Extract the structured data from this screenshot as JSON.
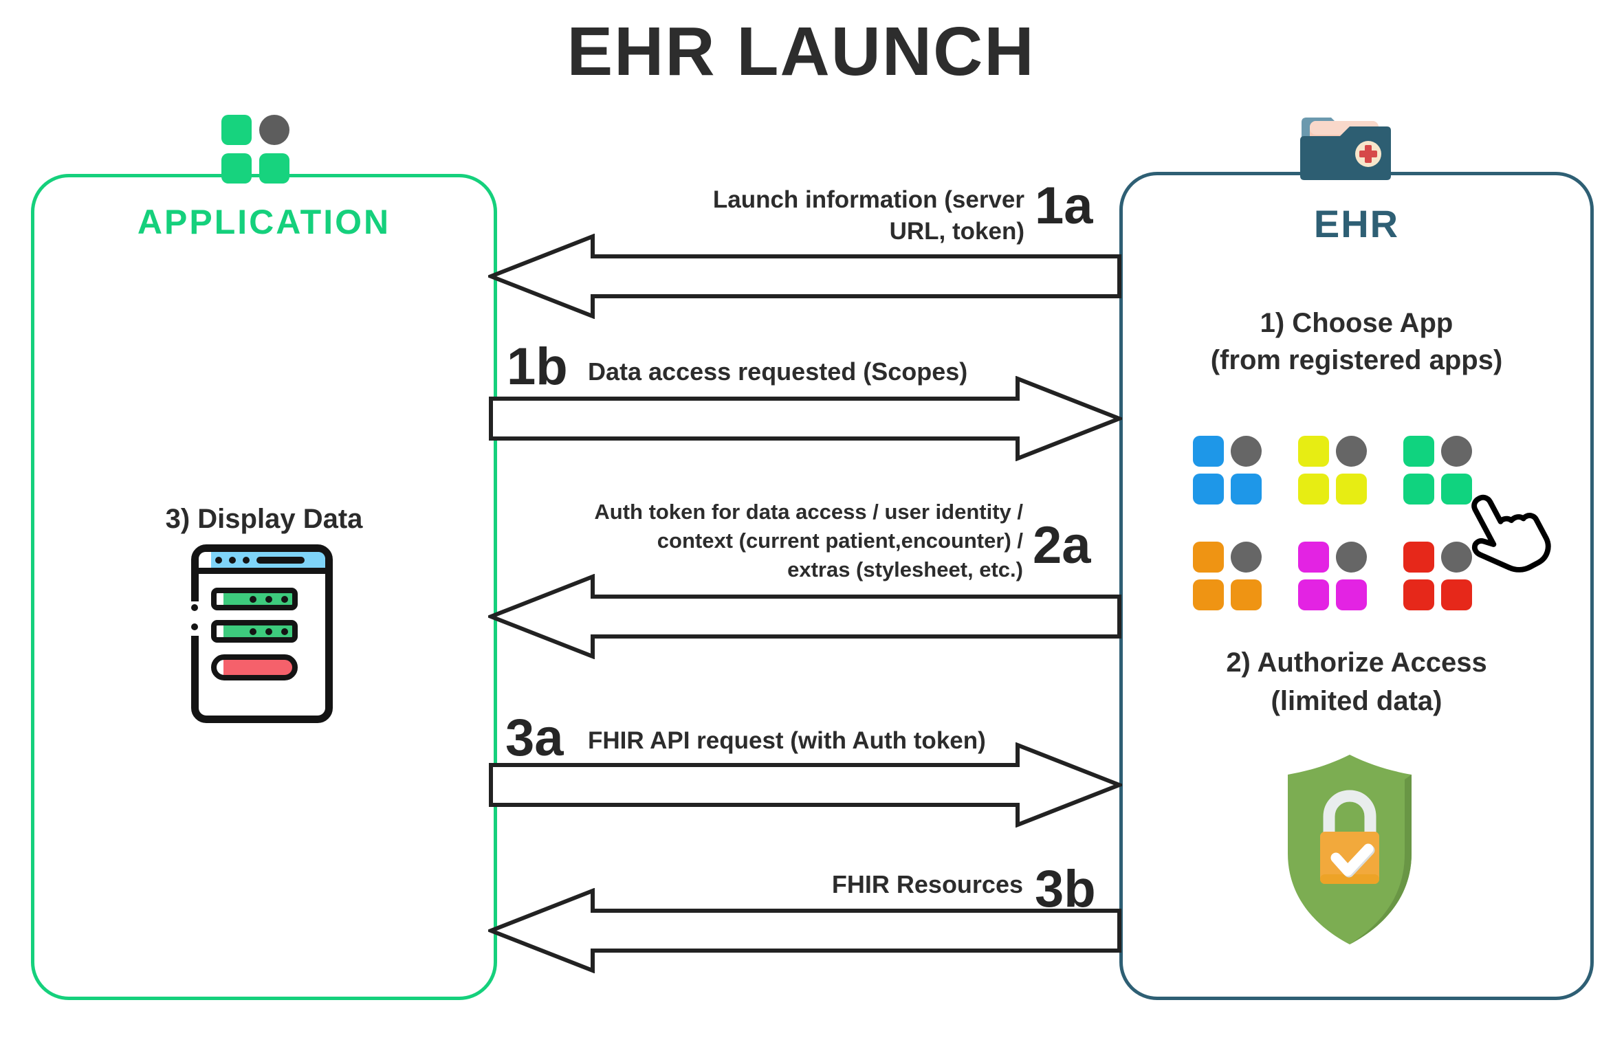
{
  "title": "EHR LAUNCH",
  "application": {
    "label": "APPLICATION",
    "accent_color": "#15D07C",
    "display_data_heading": "3) Display Data"
  },
  "ehr": {
    "label": "EHR",
    "accent_color": "#2E5F74",
    "choose_app_line1": "1) Choose App",
    "choose_app_line2": "(from registered apps)",
    "authorize_line1": "2) Authorize Access",
    "authorize_line2": "(limited data)",
    "app_dot_color": "#666666",
    "apps": [
      {
        "name": "blue",
        "color": "#1E97E8"
      },
      {
        "name": "yellow",
        "color": "#E7ED13"
      },
      {
        "name": "green",
        "color": "#10D37F"
      },
      {
        "name": "orange",
        "color": "#EF9413"
      },
      {
        "name": "magenta",
        "color": "#E323E3"
      },
      {
        "name": "red",
        "color": "#E6281A"
      }
    ]
  },
  "arrows": {
    "a1a": {
      "num": "1a",
      "direction": "to-application",
      "lines": [
        "Launch information (server",
        "URL, token)"
      ]
    },
    "a1b": {
      "num": "1b",
      "direction": "to-ehr",
      "lines": [
        "Data access requested (Scopes)"
      ]
    },
    "a2a": {
      "num": "2a",
      "direction": "to-application",
      "lines": [
        "Auth token for data access / user identity /",
        "context (current patient,encounter) /",
        "extras (stylesheet, etc.)"
      ]
    },
    "a3a": {
      "num": "3a",
      "direction": "to-ehr",
      "lines": [
        "FHIR API request (with Auth token)"
      ]
    },
    "a3b": {
      "num": "3b",
      "direction": "to-application",
      "lines": [
        "FHIR Resources"
      ]
    }
  },
  "icons": {
    "application": "app-tiles-icon",
    "ehr": "medical-folder-icon",
    "display_data": "browser-window-icon",
    "choose_app": "pointer-hand-cursor-icon",
    "authorize": "shield-lock-check-icon"
  }
}
